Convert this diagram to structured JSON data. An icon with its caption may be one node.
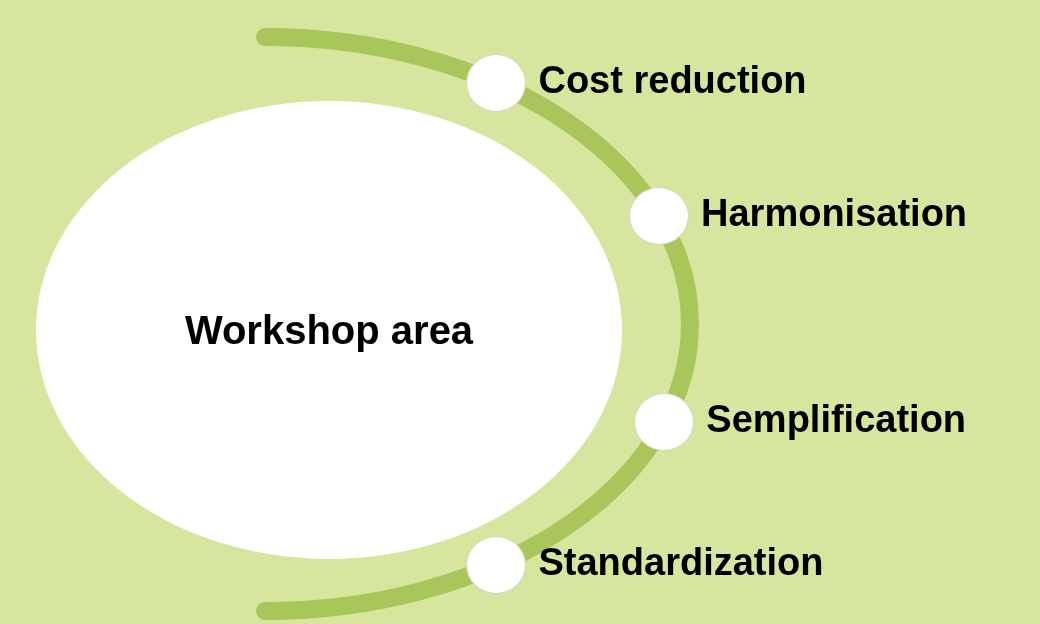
{
  "diagram": {
    "nodes": [
      {
        "text": [
          "Workshop area"
        ]
      },
      {
        "text": [],
        "shape": "circle",
        "beside": [
          "Cost reduction"
        ]
      },
      {
        "text": [],
        "shape": "circle",
        "beside": [
          "Harmonisation"
        ]
      },
      {
        "text": [],
        "shape": "circle",
        "beside": [
          "Semplification"
        ]
      },
      {
        "text": [],
        "shape": "circle",
        "beside": [
          "Standardization"
        ]
      }
    ]
  }
}
